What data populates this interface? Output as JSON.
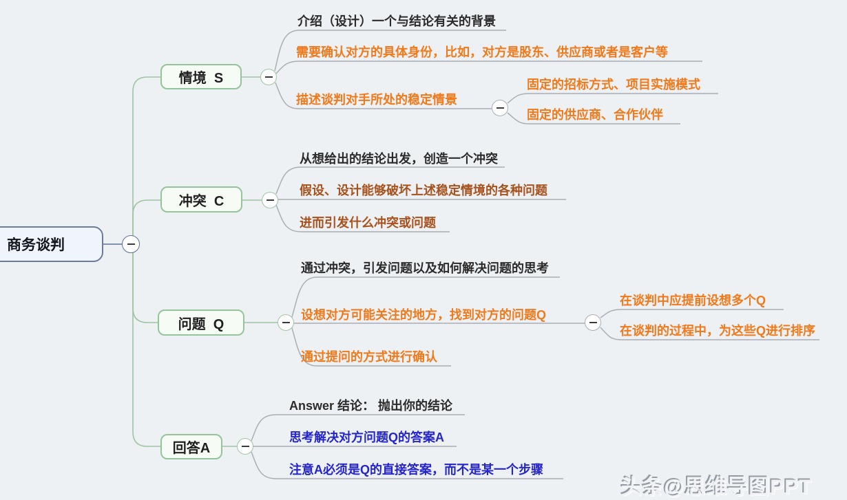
{
  "app": {
    "type": "mindmap"
  },
  "root": {
    "label": "商务谈判"
  },
  "branches": [
    {
      "label": "情境  S",
      "items": [
        {
          "text": "介绍（设计）一个与结论有关的背景",
          "color": "#2b2b2b"
        },
        {
          "text": "需要确认对方的具体身份，比如，对方是股东、供应商或者是客户等",
          "color": "#f0791a"
        },
        {
          "text": "描述谈判对手所处的稳定情景",
          "color": "#f0791a",
          "children": [
            {
              "text": "固定的招标方式、项目实施模式",
              "color": "#f0791a"
            },
            {
              "text": "固定的供应商、合作伙伴",
              "color": "#f0791a"
            }
          ]
        }
      ]
    },
    {
      "label": "冲突  C",
      "items": [
        {
          "text": "从想给出的结论出发，创造一个冲突",
          "color": "#2b2b2b"
        },
        {
          "text": "假设、设计能够破坏上述稳定情境的各种问题",
          "color": "#a8511c"
        },
        {
          "text": "进而引发什么冲突或问题",
          "color": "#a8511c"
        }
      ]
    },
    {
      "label": "问题  Q",
      "items": [
        {
          "text": "通过冲突，引发问题以及如何解决问题的思考",
          "color": "#2b2b2b"
        },
        {
          "text": "设想对方可能关注的地方，找到对方的问题Q",
          "color": "#f0791a",
          "children": [
            {
              "text": "在谈判中应提前设想多个Q",
              "color": "#f0791a"
            },
            {
              "text": "在谈判的过程中，为这些Q进行排序",
              "color": "#f0791a"
            }
          ]
        },
        {
          "text": "通过提问的方式进行确认",
          "color": "#f0791a"
        }
      ]
    },
    {
      "label": "回答A",
      "items": [
        {
          "text": "Answer 结论： 抛出你的结论",
          "color": "#2b2b2b"
        },
        {
          "text": "思考解决对方问题Q的答案A",
          "color": "#2424cd"
        },
        {
          "text": "注意A必须是Q的直接答案，而不是某一个步骤",
          "color": "#2424cd"
        }
      ]
    }
  ],
  "watermark": {
    "text": "头条@思维导图PPT"
  },
  "icons": {
    "collapse_button": "minus-circle-icon"
  },
  "colors": {
    "background": "#edf1f4",
    "branch_line_green": "#9fc3a3",
    "child_line_gray": "#a9aeb3",
    "root_line_navy": "#5e6f96",
    "root_fill": "#eff5fb",
    "root_border": "#6b7b9e",
    "branch_fill": "#f7fbf6",
    "branch_border": "#94c49a",
    "orange": "#f0791a",
    "brown": "#a8511c",
    "blue": "#2424cd",
    "dark_text": "#2b2b2b"
  }
}
